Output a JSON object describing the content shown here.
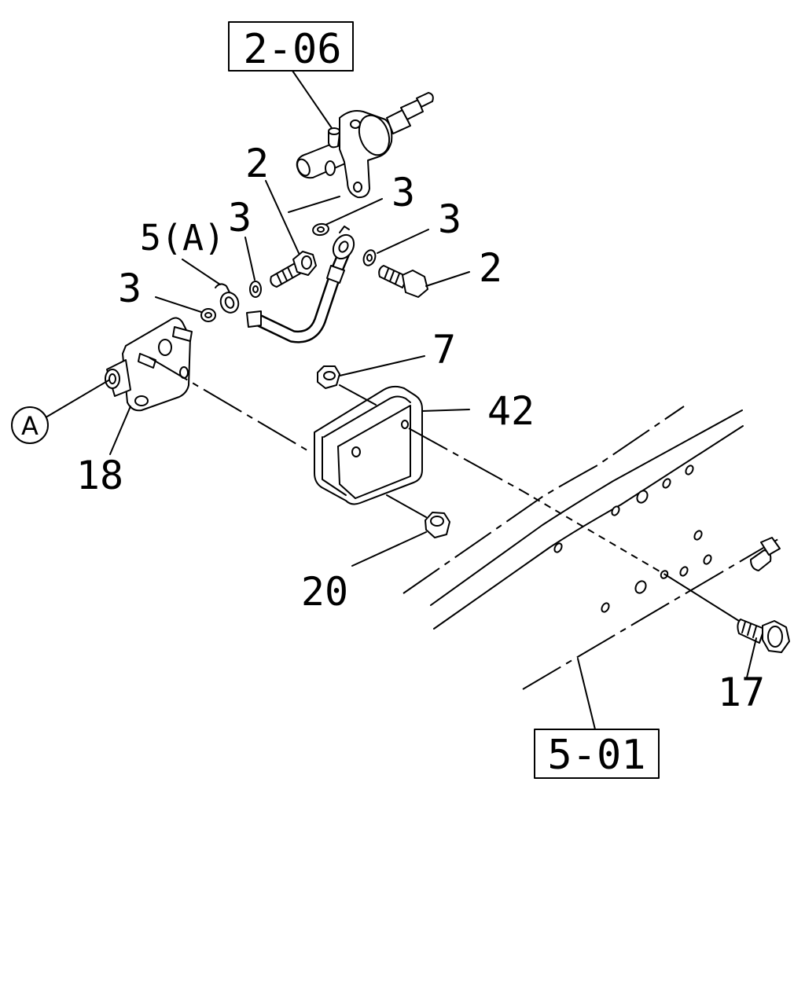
{
  "reference_boxes": [
    "2-06",
    "5-01"
  ],
  "callouts": [
    "2",
    "3",
    "3",
    "5(A)",
    "3",
    "3",
    "2",
    "7",
    "42",
    "18",
    "20",
    "17"
  ],
  "view_marker": "A",
  "colors": {
    "ink": "#000000",
    "background": "#ffffff"
  }
}
